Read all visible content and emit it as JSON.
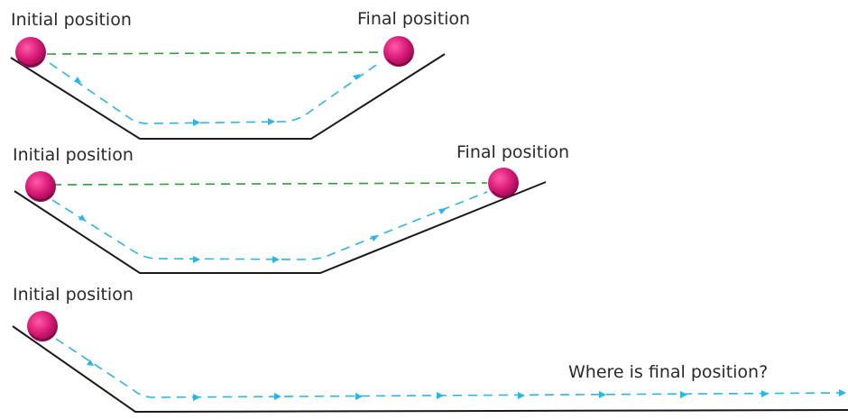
{
  "diagrams": [
    {
      "initial_label": "Initial position",
      "final_label": "Final position"
    },
    {
      "initial_label": "Initial position",
      "final_label": "Final position"
    },
    {
      "initial_label": "Initial position",
      "question": "Where is final position?"
    }
  ],
  "colors": {
    "ball_fill": "#d81b78",
    "ball_shadow": "#8c0a4a",
    "track": "#1a1a1a",
    "path_arrow": "#2bb5e6",
    "height_line": "#2e9e3a",
    "text": "#2a2a2a"
  }
}
